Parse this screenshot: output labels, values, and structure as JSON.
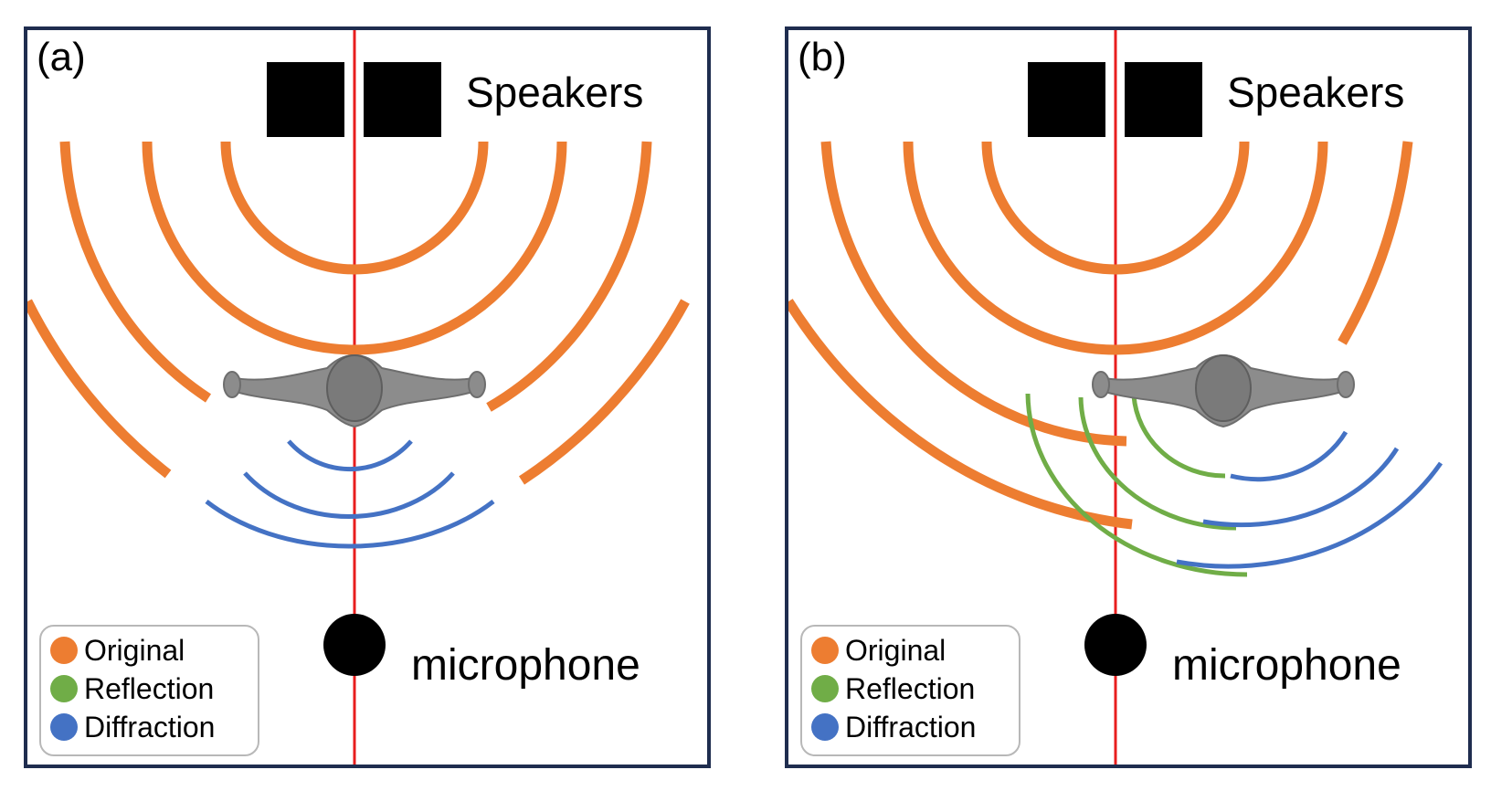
{
  "colors": {
    "original": "#ED7D31",
    "reflection": "#70AD47",
    "diffraction": "#4472C4",
    "axis": "#E81E1E",
    "frame": "#1F2D4F",
    "body": "#8C8C8C"
  },
  "panels": [
    {
      "label": "(a)",
      "speakers_label": "Speakers",
      "microphone_label": "microphone"
    },
    {
      "label": "(b)",
      "speakers_label": "Speakers",
      "microphone_label": "microphone"
    }
  ],
  "legend": {
    "items": [
      {
        "label": "Original",
        "color": "#ED7D31"
      },
      {
        "label": "Reflection",
        "color": "#70AD47"
      },
      {
        "label": "Diffraction",
        "color": "#4472C4"
      }
    ]
  },
  "icons": {
    "speaker": "speaker-icon",
    "microphone": "microphone-icon",
    "listener": "listener-figure-icon"
  }
}
